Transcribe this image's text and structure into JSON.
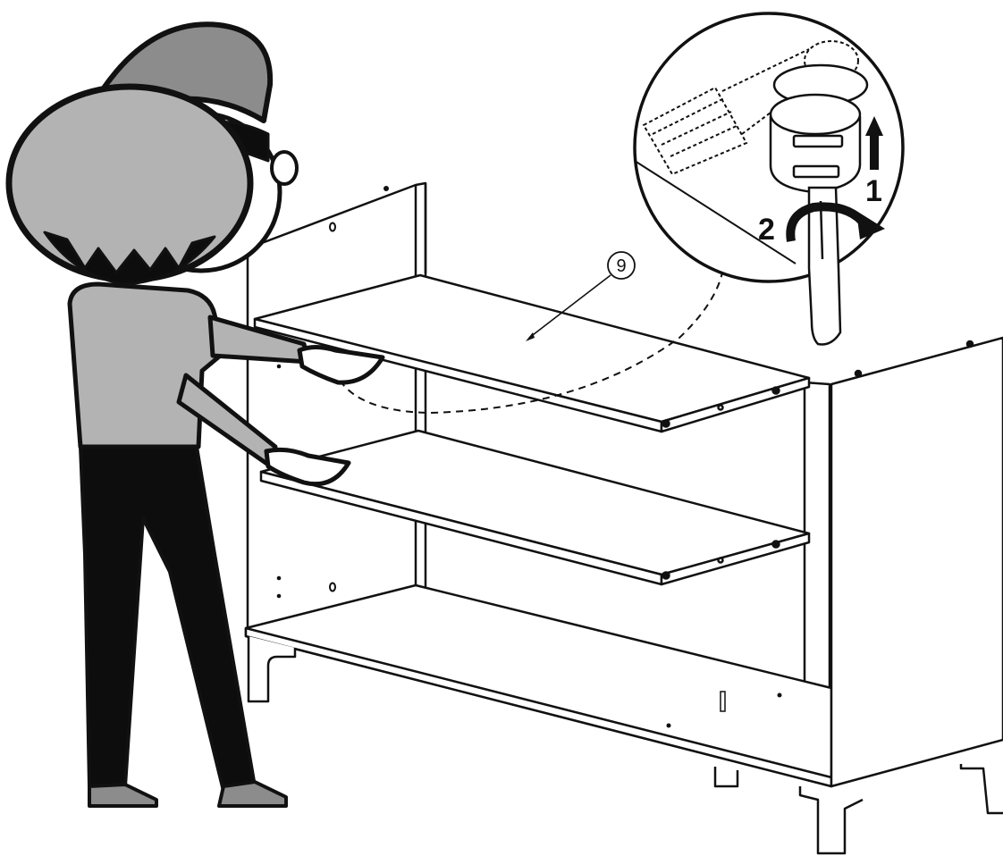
{
  "instruction": {
    "part_number": "9",
    "detail_steps": [
      {
        "label": "1",
        "action": "lift-up-arrow"
      },
      {
        "label": "2",
        "action": "rotate-clockwise-arrow"
      }
    ]
  },
  "icons": {
    "person": "assembler-figure",
    "detail": "cam-lock-magnifier",
    "tool": "screwdriver"
  },
  "colors": {
    "line": "#111111",
    "panel": "#ffffff",
    "figure_light": "#b3b3b3",
    "figure_dark": "#8c8c8c",
    "figure_black": "#0d0d0d"
  }
}
